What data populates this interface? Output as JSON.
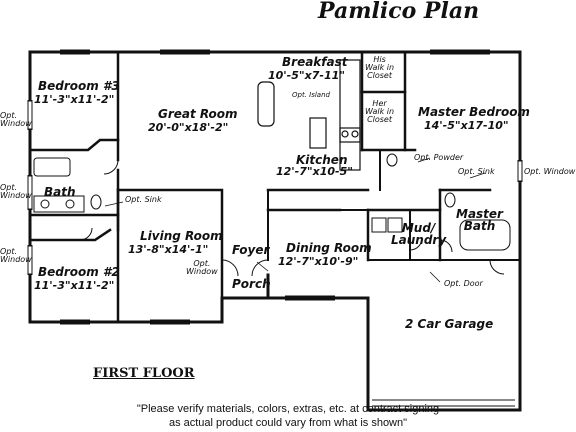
{
  "title": "Pamlico Plan",
  "floor_label": "FIRST FLOOR",
  "rooms": {
    "bedroom3": {
      "name": "Bedroom #3",
      "dims": "11'-3\"x11'-2\""
    },
    "great_room": {
      "name": "Great Room",
      "dims": "20'-0\"x18'-2\""
    },
    "breakfast": {
      "name": "Breakfast",
      "dims": "10'-5\"x7-11\""
    },
    "his_closet": {
      "name": "His\nWalk in\nCloset"
    },
    "her_closet": {
      "name": "Her\nWalk in\nCloset"
    },
    "master_bedroom": {
      "name": "Master Bedroom",
      "dims": "14'-5\"x17-10\""
    },
    "kitchen": {
      "name": "Kitchen",
      "dims": "12'-7\"x10-5\""
    },
    "bath": {
      "name": "Bath"
    },
    "living_room": {
      "name": "Living Room",
      "dims": "13'-8\"x14'-1\""
    },
    "foyer": {
      "name": "Foyer"
    },
    "dining_room": {
      "name": "Dining Room",
      "dims": "12'-7\"x10'-9\""
    },
    "mud_laundry": {
      "name": "Mud/\nLaundry"
    },
    "master_bath": {
      "name": "Master\nBath"
    },
    "bedroom2": {
      "name": "Bedroom #2",
      "dims": "11'-3\"x11'-2\""
    },
    "porch": {
      "name": "Porch"
    },
    "garage": {
      "name": "2 Car Garage"
    }
  },
  "options": {
    "island": "Opt. Island",
    "powder": "Opt. Powder",
    "sink_master": "Opt. Sink",
    "window_master": "Opt. Window",
    "sink_bath": "Opt. Sink",
    "window_bed3": "Opt.\nWindow",
    "window_bath": "Opt.\nWindow",
    "window_bed2": "Opt.\nWindow",
    "window_foyer": "Opt.\nWindow",
    "door_garage": "Opt. Door"
  },
  "disclaimer": {
    "line1": "\"Please verify materials, colors, extras, etc. at contract signing",
    "line2": "as actual product could vary from what is shown\""
  }
}
